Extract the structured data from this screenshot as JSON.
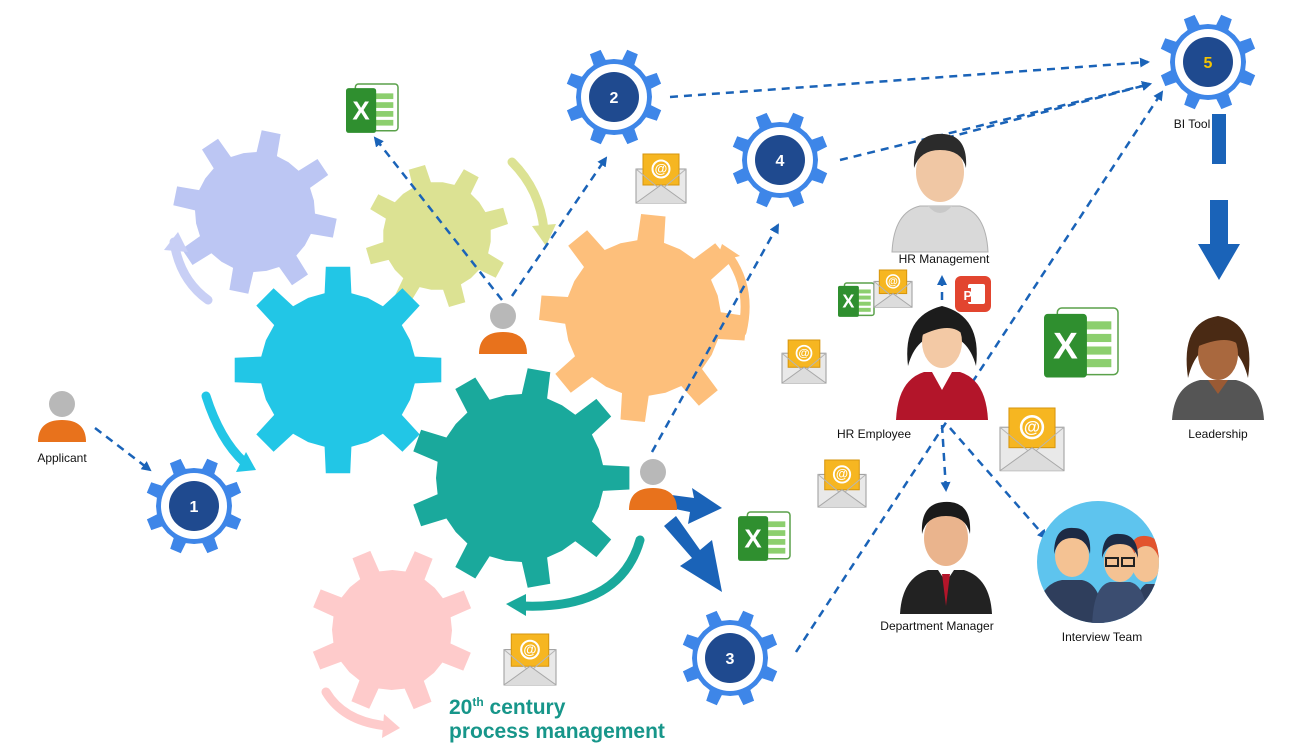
{
  "title": {
    "line1_main": "20",
    "line1_sup": "th",
    "line1_rest": " century",
    "line2": "process management"
  },
  "steps": [
    "1",
    "2",
    "3",
    "4",
    "5"
  ],
  "labels": {
    "applicant": "Applicant",
    "bi_tool": "BI Tool",
    "hr_management": "HR Management",
    "hr_employee": "HR Employee",
    "department_manager": "Department Manager",
    "interview_team": "Interview Team",
    "leadership": "Leadership"
  },
  "icons": {
    "excel": "excel-icon",
    "email": "email-icon",
    "powerpoint": "powerpoint-icon",
    "gear": "gear-icon",
    "person": "person-icon"
  },
  "colors": {
    "gear_cyan": "#22c6e6",
    "gear_teal": "#1aa99c",
    "gear_orange": "#fdbf7b",
    "gear_lime": "#dce293",
    "gear_lavender": "#bcc6f3",
    "gear_pink": "#fecbcb",
    "step_gear": "#3e86e8",
    "step_center": "#1f4a8f",
    "arrow": "#1a63b8",
    "title": "#17968a",
    "step5_number": "#f5c400"
  }
}
